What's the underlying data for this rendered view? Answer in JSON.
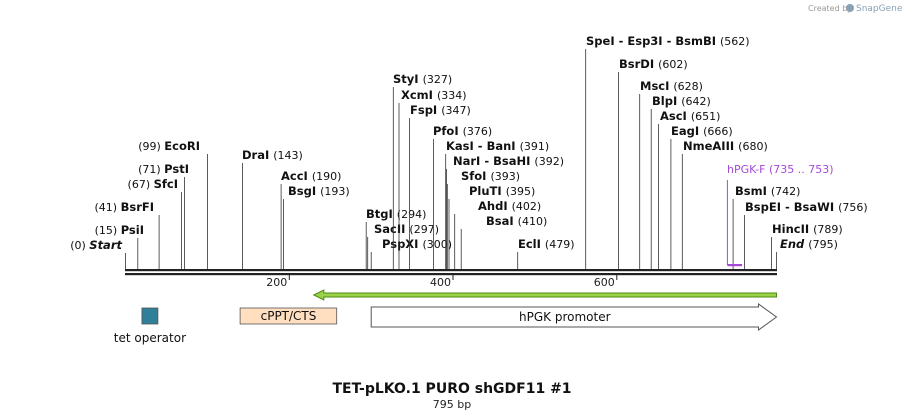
{
  "credit": {
    "prefix": "Created by",
    "brand": "SnapGene"
  },
  "title": "TET-pLKO.1 PURO shGDF11 #1",
  "subtitle": "795 bp",
  "sequence_length": 795,
  "axis_ticks": [
    200,
    400,
    600
  ],
  "colors": {
    "backbone": "#222222",
    "primer": "#a64ad6",
    "arrow_fill": "#9ad24a",
    "arrow_stroke": "#4f8a10",
    "tet_operator": "#2f7f99",
    "cppt": "#ffdfc0",
    "promoter": "#ffffff"
  },
  "sites": [
    {
      "name": "Start",
      "position": "(0)",
      "pos": 0,
      "italic": true,
      "pos_first": true
    },
    {
      "name": "PsiI",
      "position": "(15)",
      "pos": 15,
      "pos_first": true
    },
    {
      "name": "BsrFI",
      "position": "(41)",
      "pos": 41,
      "pos_first": true
    },
    {
      "name": "SfcI",
      "position": "(67)",
      "pos": 67,
      "pos_first": true
    },
    {
      "name": "PstI",
      "position": "(71)",
      "pos": 71,
      "pos_first": true
    },
    {
      "name": "EcoRI",
      "position": "(99)",
      "pos": 99,
      "pos_first": true
    },
    {
      "name": "DraI",
      "position": "(143)",
      "pos": 143
    },
    {
      "name": "AccI",
      "position": "(190)",
      "pos": 190
    },
    {
      "name": "BsgI",
      "position": "(193)",
      "pos": 193
    },
    {
      "name": "BtgI",
      "position": "(294)",
      "pos": 294
    },
    {
      "name": "SacII",
      "position": "(297)",
      "pos": 297
    },
    {
      "name": "PspXI",
      "position": "(300)",
      "pos": 300
    },
    {
      "name": "StyI",
      "position": "(327)",
      "pos": 327
    },
    {
      "name": "XcmI",
      "position": "(334)",
      "pos": 334
    },
    {
      "name": "FspI",
      "position": "(347)",
      "pos": 347
    },
    {
      "name": "PfoI",
      "position": "(376)",
      "pos": 376
    },
    {
      "name": "KasI - BanI",
      "position": "(391)",
      "pos": 391
    },
    {
      "name": "NarI - BsaHI",
      "position": "(392)",
      "pos": 392
    },
    {
      "name": "SfoI",
      "position": "(393)",
      "pos": 393
    },
    {
      "name": "PluTI",
      "position": "(395)",
      "pos": 395
    },
    {
      "name": "AhdI",
      "position": "(402)",
      "pos": 402
    },
    {
      "name": "BsaI",
      "position": "(410)",
      "pos": 410
    },
    {
      "name": "EclI",
      "position": "(479)",
      "pos": 479
    },
    {
      "name": "SpeI - Esp3I - BsmBI",
      "position": "(562)",
      "pos": 562
    },
    {
      "name": "BsrDI",
      "position": "(602)",
      "pos": 602
    },
    {
      "name": "MscI",
      "position": "(628)",
      "pos": 628
    },
    {
      "name": "BlpI",
      "position": "(642)",
      "pos": 642
    },
    {
      "name": "AscI",
      "position": "(651)",
      "pos": 651
    },
    {
      "name": "EagI",
      "position": "(666)",
      "pos": 666
    },
    {
      "name": "NmeAIII",
      "position": "(680)",
      "pos": 680
    },
    {
      "name": "BsmI",
      "position": "(742)",
      "pos": 742
    },
    {
      "name": "BspEI - BsaWI",
      "position": "(756)",
      "pos": 756
    },
    {
      "name": "HincII",
      "position": "(789)",
      "pos": 789
    },
    {
      "name": "End",
      "position": "(795)",
      "pos": 795,
      "italic": true
    }
  ],
  "primers": [
    {
      "name": "hPGK-F",
      "range": "(735 .. 753)",
      "start": 735,
      "end": 753
    }
  ],
  "features": [
    {
      "name": "tet operator",
      "start": 20,
      "end": 39,
      "shape": "box",
      "color": "#2f7f99",
      "label_position": "below"
    },
    {
      "name": "cPPT/CTS",
      "start": 140,
      "end": 258,
      "shape": "box",
      "color": "#ffdfc0",
      "label_position": "inside"
    },
    {
      "name": "hPGK promoter",
      "start": 300,
      "end": 795,
      "shape": "arrow",
      "color": "#ffffff",
      "label_position": "inside"
    },
    {
      "name": "",
      "start": 230,
      "end": 795,
      "shape": "reverse-arrow",
      "color": "#9ad24a",
      "label_position": "none"
    }
  ]
}
